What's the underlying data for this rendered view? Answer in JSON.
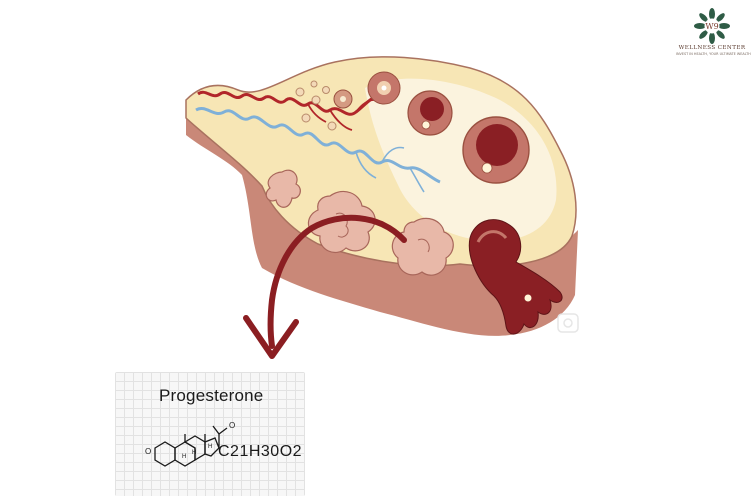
{
  "logo": {
    "monogram": "W9",
    "name": "WELLNESS CENTER",
    "tagline": "INVEST IN HEALTH, YOUR ULTIMATE WEALTH",
    "colors": {
      "green": "#2f5c46",
      "brown": "#7a3b2e"
    }
  },
  "diagram": {
    "icons": [
      "ovary-cross-section",
      "follicle-icon",
      "blood-vessel-icon",
      "corpus-luteum-icon",
      "ruptured-follicle-icon",
      "arrow-icon"
    ],
    "colors": {
      "tissue_light": "#f7e6b5",
      "tissue_pale": "#fbf3de",
      "tissue_side": "#c98878",
      "artery": "#b1262a",
      "vein": "#7fb0d8",
      "follicle": "#c4766a",
      "follicle_dark": "#8a1f24",
      "corpus": "#e8b8a8",
      "arrow": "#8b1e22"
    }
  },
  "card": {
    "title": "Progesterone",
    "formula": "C21H30O2",
    "atom_labels": [
      "O",
      "O",
      "H",
      "H",
      "H"
    ]
  }
}
